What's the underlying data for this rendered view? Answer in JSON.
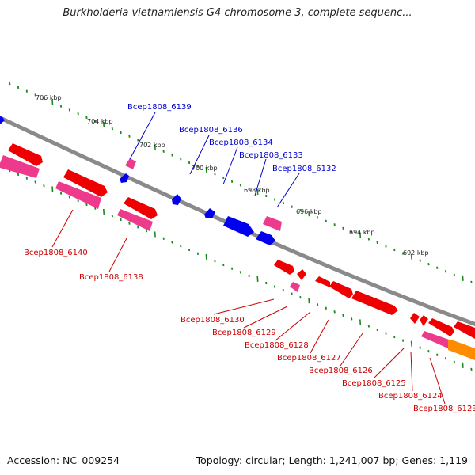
{
  "title": "Burkholderia vietnamiensis G4 chromosome 3, complete sequenc...",
  "accession": "Accession: NC_009254",
  "topology": "Topology: circular; Length: 1,241,007 bp; Genes: 1,119",
  "colors": {
    "backbone": "#8a8a8a",
    "tick": "#1a8a1a",
    "upper_label": "#0000cc",
    "lower_label": "#cc0000",
    "gene_red": "#ee0000",
    "gene_pink": "#ee3a8c",
    "gene_blue": "#0000ee",
    "gene_orange": "#ff8c00"
  },
  "scale_labels": [
    "706 kbp",
    "704 kbp",
    "702 kbp",
    "700 kbp",
    "698 kbp",
    "696 kbp",
    "694 kbp",
    "692 kbp"
  ],
  "upper_gene_labels": [
    "Bcep1808_6139",
    "Bcep1808_6136",
    "Bcep1808_6134",
    "Bcep1808_6133",
    "Bcep1808_6132"
  ],
  "lower_gene_labels": [
    "Bcep1808_6140",
    "Bcep1808_6138",
    "Bcep1808_6130",
    "Bcep1808_6129",
    "Bcep1808_6128",
    "Bcep1808_6127",
    "Bcep1808_6126",
    "Bcep1808_6125",
    "Bcep1808_6124",
    "Bcep1808_6123"
  ]
}
